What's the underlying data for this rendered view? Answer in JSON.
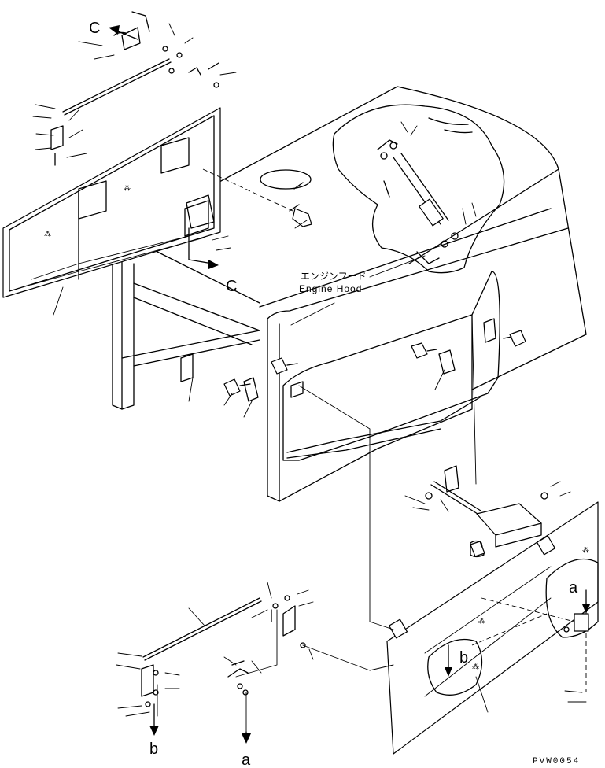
{
  "labels": {
    "part_name_jp": "エンジンフード",
    "part_name_en": "Engine Hood",
    "view_c_top": "C",
    "view_c_mid": "C",
    "detail_a_callout": "a",
    "detail_b_callout": "b",
    "detail_a_arrow": "a",
    "detail_b_arrow": "b",
    "drawing_code": "PVW0054"
  }
}
